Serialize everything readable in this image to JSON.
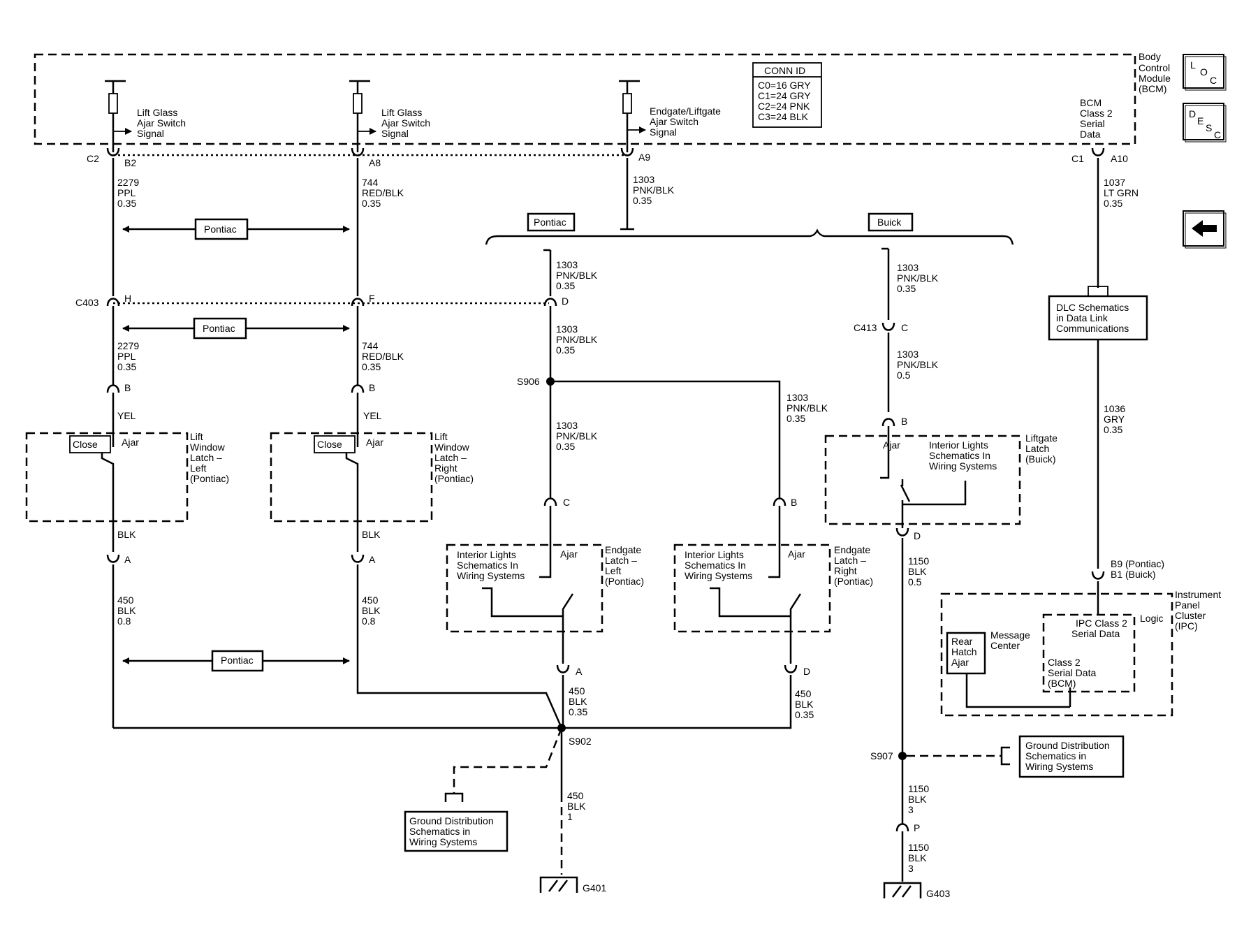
{
  "bcm": {
    "name": [
      "Body",
      "Control",
      "Module",
      "(BCM)"
    ],
    "conn_id": {
      "title": "CONN ID",
      "rows": [
        "C0=16 GRY",
        "C1=24 GRY",
        "C2=24 PNK",
        "C3=24 BLK"
      ]
    },
    "signal_1": [
      "Lift Glass",
      "Ajar Switch",
      "Signal"
    ],
    "signal_2": [
      "Lift Glass",
      "Ajar Switch",
      "Signal"
    ],
    "signal_3": [
      "Endgate/Liftgate",
      "Ajar Switch",
      "Signal"
    ],
    "serial": [
      "BCM",
      "Class 2",
      "Serial",
      "Data"
    ]
  },
  "nav": {
    "loc_letters": [
      "L",
      "O",
      "C"
    ],
    "desc_letters": [
      "D",
      "E",
      "S",
      "C"
    ]
  },
  "connectors": {
    "c2": "C2",
    "c2_b2": "B2",
    "c2_a8": "A8",
    "c2_a9": "A9",
    "c1": "C1",
    "c1_a10": "A10",
    "c403": "C403",
    "c403_h": "H",
    "c403_f": "F",
    "c403_d": "D",
    "c413": "C413",
    "c413_c": "C",
    "pin_b": "B",
    "pin_a": "A",
    "pin_c": "C",
    "pin_d": "D",
    "pin_p": "P",
    "ipc_pin": [
      "B9 (Pontiac)",
      "B1 (Buick)"
    ]
  },
  "wires": {
    "w2279": [
      "2279",
      "PPL",
      "0.35"
    ],
    "w744": [
      "744",
      "RED/BLK",
      "0.35"
    ],
    "w1303_035": [
      "1303",
      "PNK/BLK",
      "0.35"
    ],
    "w1303_05": [
      "1303",
      "PNK/BLK",
      "0.5"
    ],
    "w1037": [
      "1037",
      "LT GRN",
      "0.35"
    ],
    "w1036": [
      "1036",
      "GRY",
      "0.35"
    ],
    "yel": "YEL",
    "blk": "BLK",
    "w450_08": [
      "450",
      "BLK",
      "0.8"
    ],
    "w450_035": [
      "450",
      "BLK",
      "0.35"
    ],
    "w450_1": [
      "450",
      "BLK",
      "1"
    ],
    "w1150_05": [
      "1150",
      "BLK",
      "0.5"
    ],
    "w1150_3": [
      "1150",
      "BLK",
      "3"
    ]
  },
  "tags": {
    "pontiac": "Pontiac",
    "buick": "Buick"
  },
  "splices": {
    "s906": "S906",
    "s902": "S902",
    "s907": "S907"
  },
  "grounds": {
    "g401": "G401",
    "g403": "G403"
  },
  "components": {
    "close": "Close",
    "ajar": "Ajar",
    "latch_left": [
      "Lift",
      "Window",
      "Latch –",
      "Left",
      "(Pontiac)"
    ],
    "latch_right": [
      "Lift",
      "Window",
      "Latch –",
      "Right",
      "(Pontiac)"
    ],
    "endgate_left": [
      "Endgate",
      "Latch –",
      "Left",
      "(Pontiac)"
    ],
    "endgate_right": [
      "Endgate",
      "Latch –",
      "Right",
      "(Pontiac)"
    ],
    "liftgate_latch": [
      "Liftgate",
      "Latch",
      "(Buick)"
    ],
    "interior_lights": [
      "Interior Lights",
      "Schematics In",
      "Wiring Systems"
    ],
    "dlc": [
      "DLC Schematics",
      "in Data Link",
      "Communications"
    ],
    "ground_dist_1": [
      "Ground Distribution",
      "Schematics in",
      "Wiring Systems"
    ],
    "ground_dist_2": [
      "Ground Distribution",
      "Schematics in",
      "Wiring Systems"
    ],
    "ipc_name": [
      "Instrument",
      "Panel",
      "Cluster",
      "(IPC)"
    ],
    "ipc_logic": "Logic",
    "ipc_class2": [
      "IPC Class 2",
      "Serial Data"
    ],
    "ipc_class2_bcm": [
      "Class 2",
      "Serial Data",
      "(BCM)"
    ],
    "rear_hatch": [
      "Rear",
      "Hatch",
      "Ajar"
    ],
    "message_center": [
      "Message",
      "Center"
    ]
  }
}
